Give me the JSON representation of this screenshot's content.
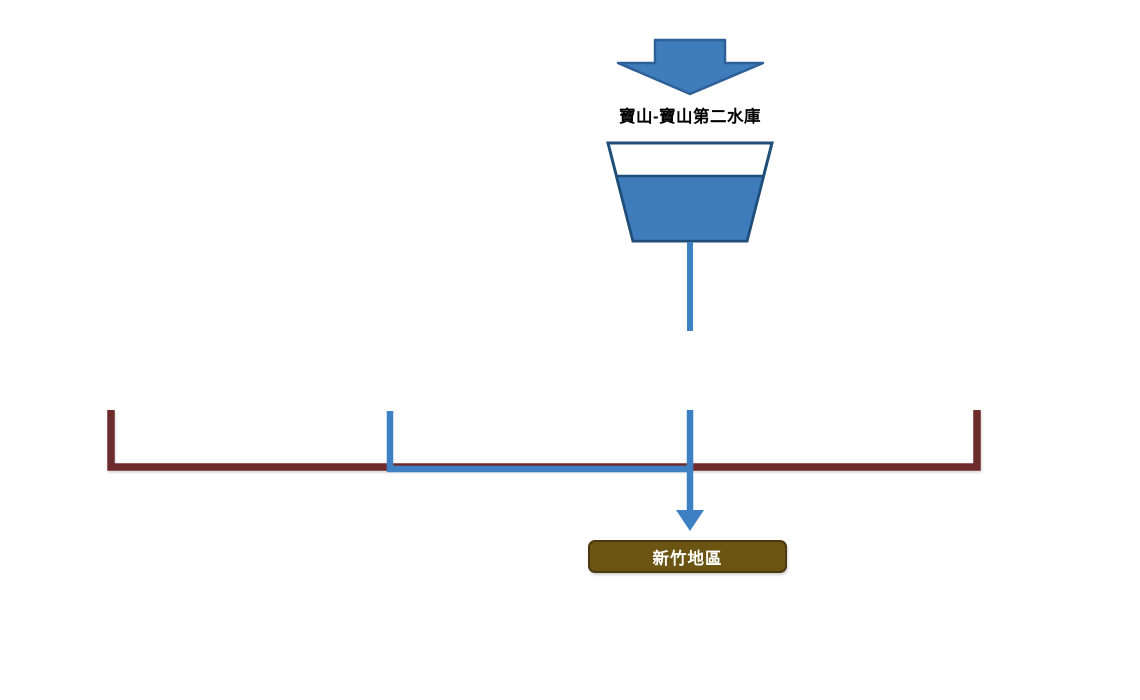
{
  "colors": {
    "background": "#ffffff",
    "blue_fill": "#3E7CBB",
    "arrow_border": "#2E6098",
    "funnel_border": "#1F4E79",
    "blue_line": "#3E80C4",
    "maroon_line": "#6E2B2B",
    "region_box_fill": "#6C5513",
    "region_box_border": "#4A390E",
    "reservoir_label_color": "#000000",
    "region_text_color": "#FFFFFF"
  },
  "icons": {
    "inflow": "block-down-arrow-icon",
    "outflow": "down-arrow-icon"
  },
  "diagram": {
    "reservoir": {
      "label": "寶山-寶山第二水庫",
      "fill_percent": 66
    },
    "region": {
      "label": "新竹地區"
    }
  }
}
